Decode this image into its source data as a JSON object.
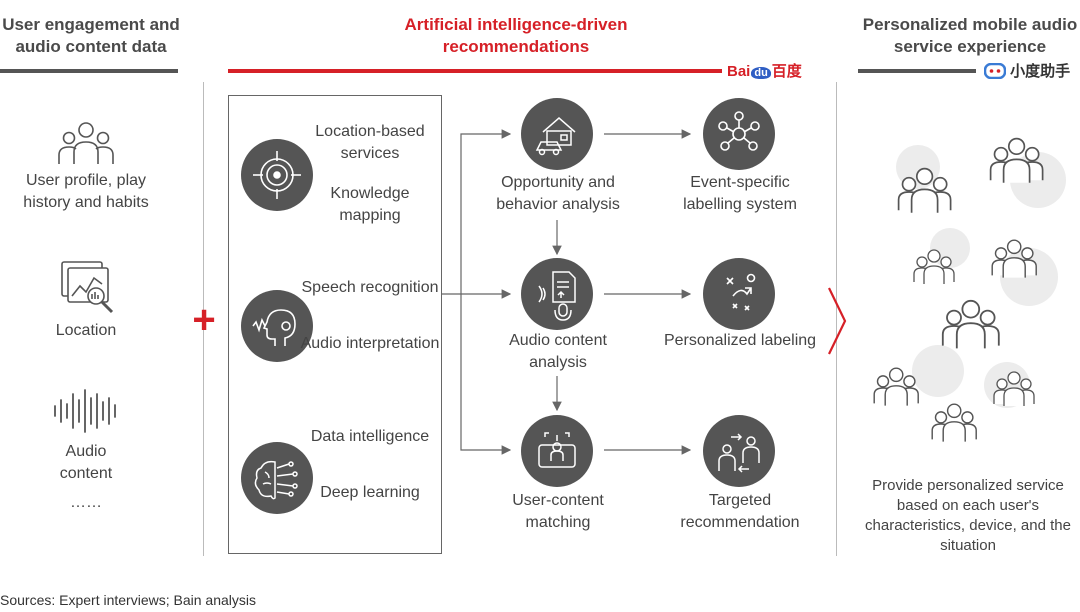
{
  "columns": {
    "left_header": "User engagement and audio content data",
    "middle_header": "Artificial intelligence-driven recommendations",
    "right_header": "Personalized mobile audio service experience"
  },
  "logos": {
    "baidu_prefix": "Bai",
    "baidu_mark": "du",
    "baidu_cn": "百度",
    "xiaodu": "小度助手"
  },
  "inputs": {
    "user_profile": "User profile, play history and habits",
    "location": "Location",
    "audio_content": "Audio content",
    "ellipsis": "……"
  },
  "plus_sign": "+",
  "capabilities": {
    "location_based": "Location-based services",
    "knowledge": "Knowledge mapping",
    "speech": "Speech recognition",
    "audio_interp": "Audio interpretation",
    "data_intel": "Data intelligence",
    "deep": "Deep learning"
  },
  "process": {
    "opportunity": "Opportunity and behavior analysis",
    "event_labelling": "Event-specific labelling system",
    "audio_analysis": "Audio content analysis",
    "personalized_labeling": "Personalized labeling",
    "matching": "User-content matching",
    "targeted": "Targeted recommendation"
  },
  "outcome": "Provide personalized service based on each user's characteristics, device, and the situation",
  "source": "Sources: Expert interviews; Bain analysis",
  "colors": {
    "accent": "#d62027",
    "icon_fill": "#555555",
    "text": "#444444",
    "rule": "#555555"
  }
}
